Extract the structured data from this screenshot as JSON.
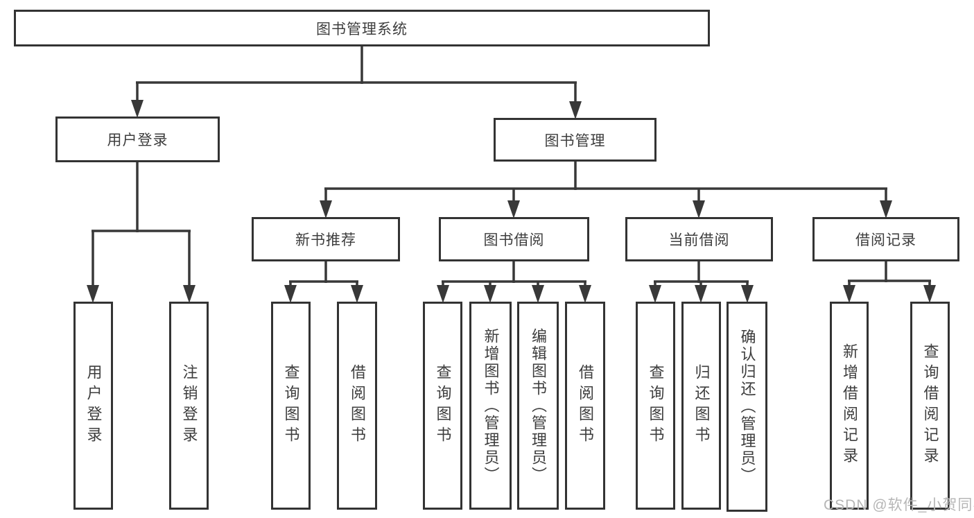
{
  "diagram": {
    "root": {
      "label": "图书管理系统"
    },
    "branches": [
      {
        "label": "用户登录",
        "children": [
          {
            "label": "用户登录"
          },
          {
            "label": "注销登录"
          }
        ]
      },
      {
        "label": "图书管理",
        "children": [
          {
            "label": "新书推荐",
            "children": [
              {
                "label": "查询图书"
              },
              {
                "label": "借阅图书"
              }
            ]
          },
          {
            "label": "图书借阅",
            "children": [
              {
                "label": "查询图书"
              },
              {
                "label": "新增图书（管理员）"
              },
              {
                "label": "编辑图书（管理员）"
              },
              {
                "label": "借阅图书"
              }
            ]
          },
          {
            "label": "当前借阅",
            "children": [
              {
                "label": "查询图书"
              },
              {
                "label": "归还图书"
              },
              {
                "label": "确认归还（管理员）"
              }
            ]
          },
          {
            "label": "借阅记录",
            "children": [
              {
                "label": "新增借阅记录"
              },
              {
                "label": "查询借阅记录"
              }
            ]
          }
        ]
      }
    ]
  },
  "watermark": {
    "text": "CSDN @软件_小贺同学"
  },
  "colors": {
    "line": "#383838",
    "border": "#333333",
    "text": "#3d3d3d",
    "watermark": "#b6b6b6",
    "background": "#ffffff"
  }
}
